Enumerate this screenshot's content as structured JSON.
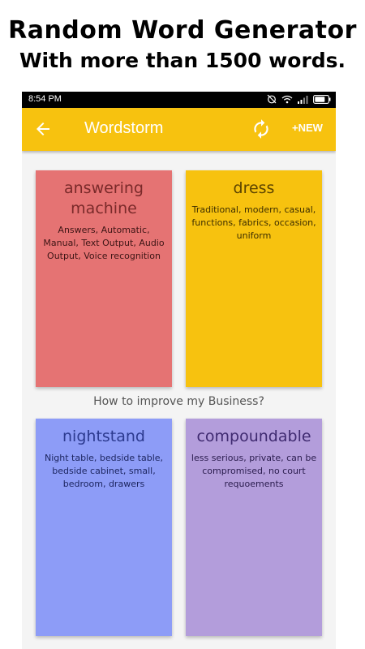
{
  "promo": {
    "line1": "Random Word Generator",
    "line2": "With more than 1500 words."
  },
  "status_bar": {
    "time": "8:54 PM",
    "icons": [
      "alarm-off-icon",
      "wifi-icon",
      "signal-icon",
      "battery-icon"
    ]
  },
  "app_bar": {
    "title": "Wordstorm",
    "new_label": "+NEW",
    "icons": [
      "back-arrow-icon",
      "refresh-icon"
    ],
    "color": "#f7c20f"
  },
  "cards": [
    {
      "word": "answering machine",
      "description": "Answers, Automatic, Manual, Text Output, Audio Output, Voice recognition",
      "color": "#e57373"
    },
    {
      "word": "dress",
      "description": "Traditional, modern, casual,  functions, fabrics, occasion, uniform",
      "color": "#f7c20f"
    },
    {
      "word": "nightstand",
      "description": "Night table, bedside table, bedside cabinet, small, bedroom, drawers",
      "color": "#8d9cf7"
    },
    {
      "word": "compoundable",
      "description": "less serious, private, can be compromised, no court requoements",
      "color": "#b39ddb"
    }
  ],
  "prompt": "How to improve my Business?"
}
